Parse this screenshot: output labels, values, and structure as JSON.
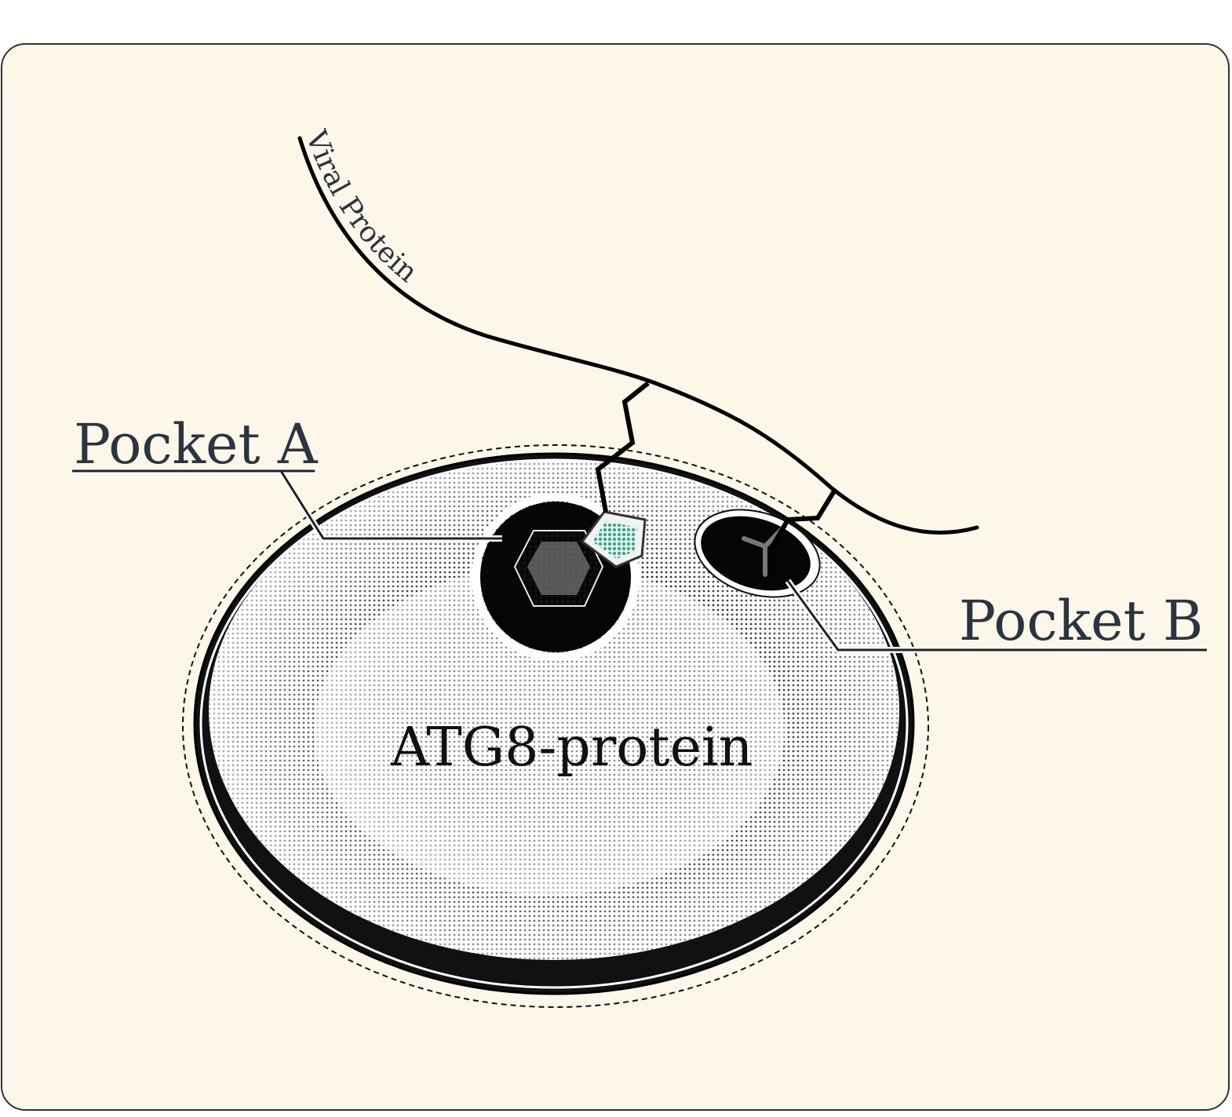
{
  "diagram": {
    "center_label": "ATG8-protein",
    "pocket_a_label": "Pocket A",
    "pocket_b_label": "Pocket B",
    "viral_label": "Viral Protein"
  },
  "colors": {
    "background": "#fcf7e8",
    "frame": "#333333",
    "label": "#2b3440",
    "ink": "#111111",
    "ligand_accent": "#2fae8c"
  }
}
